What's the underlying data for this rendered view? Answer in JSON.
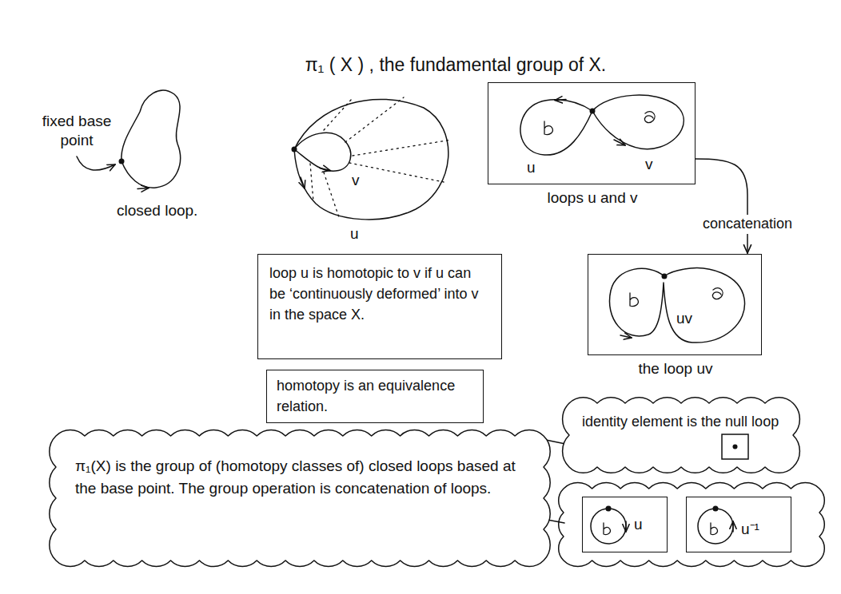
{
  "diagram": {
    "title": "π₁ ( X ) , the fundamental group of X.",
    "nodes": [
      {
        "text": [
          "loop u is homotopic to v if u can be ‘continuously deformed’ into v in the space X."
        ]
      },
      {
        "text": [
          "homotopy is an equivalence relation."
        ]
      },
      {
        "text": [
          "u",
          "v",
          "loops u and v"
        ]
      },
      {
        "text": [
          "uv",
          "the loop uv"
        ]
      },
      {
        "text": [
          "π₁(X) is the group of (homotopy classes of) closed loops based at the base point. The group operation is concatenation of loops."
        ]
      },
      {
        "text": [
          "identity element is the null loop"
        ]
      },
      {
        "text": [
          "u"
        ]
      },
      {
        "text": [
          "u⁻¹"
        ]
      }
    ],
    "edges": [
      {
        "from": 2,
        "to": 3,
        "arrow": "to",
        "label": "concatenation"
      },
      {
        "from": 4,
        "to": 5,
        "arrow": "none"
      }
    ],
    "labels": [
      "fixed base point",
      "closed loop.",
      "v",
      "u"
    ]
  }
}
